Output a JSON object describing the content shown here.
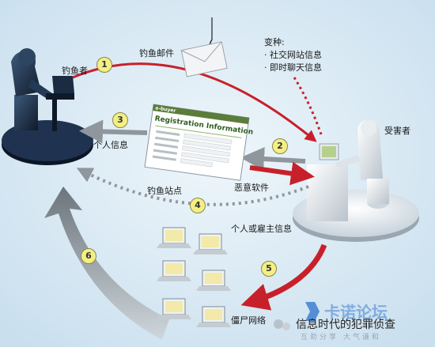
{
  "labels": {
    "phisher": "钓鱼者",
    "phishing_email": "钓鱼邮件",
    "variants_title": "变种:",
    "variant_1": "· 社交网站信息",
    "variant_2": "· 即时聊天信息",
    "victim": "受害者",
    "personal_info": "个人信息",
    "phishing_site": "钓鱼站点",
    "malware": "恶意软件",
    "personal_employer_info": "个人或雇主信息",
    "botnet": "僵尸网络"
  },
  "steps": [
    "1",
    "2",
    "3",
    "4",
    "5",
    "6"
  ],
  "form": {
    "title": "Registration Information",
    "brand": "e-buyer"
  },
  "watermark": {
    "logo_text": "卡诺论坛",
    "sub_text": "互助分享 大气谦和",
    "account": "信息时代的犯罪侦查"
  },
  "colors": {
    "background": "#dcebf5",
    "red_arrow": "#c8202a",
    "gray_arrow": "#8f969c",
    "step_badge": "#f4ee86"
  }
}
